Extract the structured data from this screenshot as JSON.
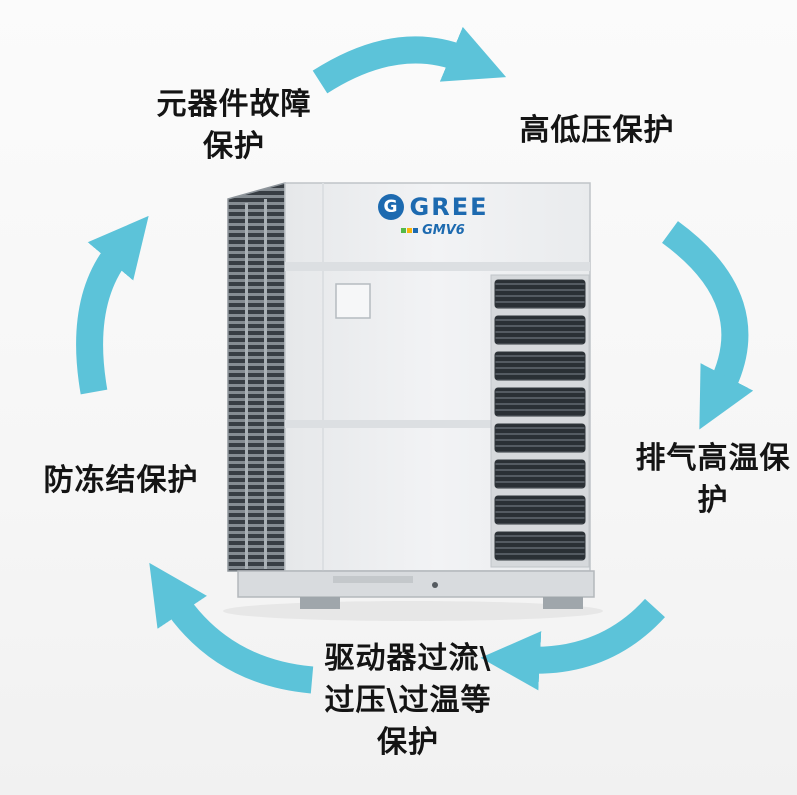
{
  "colors": {
    "arrow": "#5cc3d9",
    "brand_blue": "#1d6ab0",
    "label_text": "#141414"
  },
  "labels": {
    "component_failure": {
      "line1": "元器件故障",
      "line2": "保护"
    },
    "high_low_pressure": {
      "line1": "高低压保护"
    },
    "exhaust_high_temp": {
      "line1": "排气高温保",
      "line2": "护"
    },
    "driver_overload": {
      "line1": "驱动器过流\\",
      "line2": "过压\\过温等",
      "line3": "保护"
    },
    "antifreeze": {
      "line1": "防冻结保护"
    }
  },
  "unit": {
    "brand": "GREE",
    "model": "GMV6",
    "logo_letter": "G"
  }
}
